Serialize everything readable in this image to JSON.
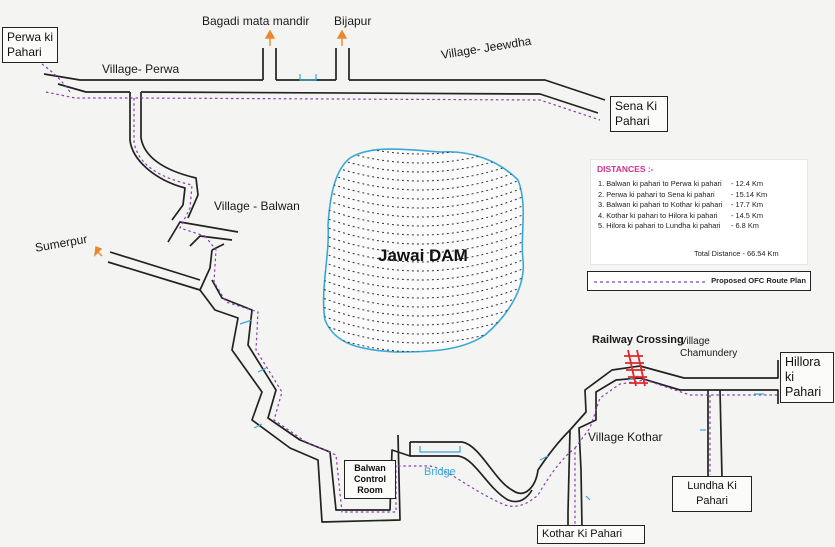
{
  "places": {
    "perwa_pahari": [
      "Perwa ki",
      "Pahari"
    ],
    "sena_pahari": [
      "Sena Ki",
      "Pahari"
    ],
    "hillora_pahari": [
      "Hillora",
      "ki",
      "Pahari"
    ],
    "lundha_pahari": [
      "Lundha Ki",
      "Pahari"
    ],
    "kothar_pahari": "Kothar Ki Pahari",
    "balwan_control": [
      "Balwan",
      "Control",
      "Room"
    ]
  },
  "labels": {
    "bagadi": "Bagadi mata mandir",
    "bijapur": "Bijapur",
    "village_perwa": "Village- Perwa",
    "village_jeewdha": "Village- Jeewdha",
    "village_balwan": "Village - Balwan",
    "sumerpur": "Sumerpur",
    "railway_crossing": "Railway Crossing",
    "village_chamundery": [
      "Village",
      "Chamundery"
    ],
    "village_kothar": "Village Kothar",
    "bridge": "Bridge"
  },
  "dam": {
    "title": "Jawai DAM"
  },
  "legend": {
    "title": "DISTANCES :-",
    "rows": [
      {
        "route": "1.  Balwan ki pahari to Perwa ki pahari",
        "distance": "- 12.4 Km"
      },
      {
        "route": "2.  Perwa ki pahari to Sena ki pahari",
        "distance": "- 15.14 Km"
      },
      {
        "route": "3.  Balwan ki pahari  to Kothar ki pahari",
        "distance": "- 17.7 Km"
      },
      {
        "route": "4.  Kothar ki pahari  to Hilora ki pahari",
        "distance": "- 14.5 Km"
      },
      {
        "route": "5.  Hilora ki pahari to Lundha ki pahari",
        "distance": "- 6.8 Km"
      }
    ],
    "total": "Total Distance  - 66.54 Km",
    "route_plan": "Proposed OFC Route Plan"
  },
  "colors": {
    "road": "#222222",
    "route": "#8a3fb0",
    "dam_outline": "#3aa8d8",
    "arrow": "#e8892f",
    "rail": "#e0282b",
    "bridge": "#3aa8d8",
    "legend_title": "#d0318e"
  }
}
